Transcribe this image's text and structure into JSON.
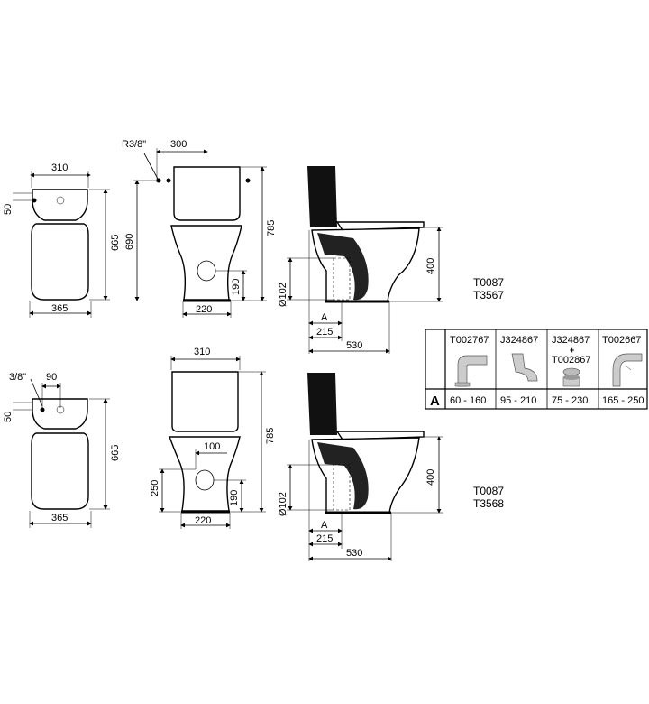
{
  "set1": {
    "top": {
      "width": "310",
      "inlet": "50",
      "depth": "665",
      "base": "365"
    },
    "front": {
      "thread": "R3/8\"",
      "offset": "300",
      "height_left": "690",
      "height_right": "785",
      "outlet_h": "190",
      "base": "220"
    },
    "side": {
      "pipe": "Ø102",
      "height": "400",
      "a": "A",
      "d215": "215",
      "d530": "530"
    },
    "codes": [
      "T0087",
      "T3567"
    ]
  },
  "set2": {
    "top": {
      "thread": "3/8\"",
      "offset": "90",
      "inlet": "50",
      "depth": "665",
      "base": "365"
    },
    "front": {
      "width": "310",
      "offset": "100",
      "height_right": "785",
      "outlet_left": "250",
      "outlet_h": "190",
      "base": "220"
    },
    "side": {
      "pipe": "Ø102",
      "height": "400",
      "a": "A",
      "d215": "215",
      "d530": "530"
    },
    "codes": [
      "T0087",
      "T3568"
    ]
  },
  "table": {
    "row_label": "A",
    "columns": [
      {
        "code": "T002767",
        "range": "60 - 160"
      },
      {
        "code": "J324867",
        "range": "95 - 210"
      },
      {
        "code": "J324867",
        "plus": "+",
        "code2": "T002867",
        "range": "75 - 230"
      },
      {
        "code": "T002667",
        "range": "165 - 250"
      }
    ]
  }
}
